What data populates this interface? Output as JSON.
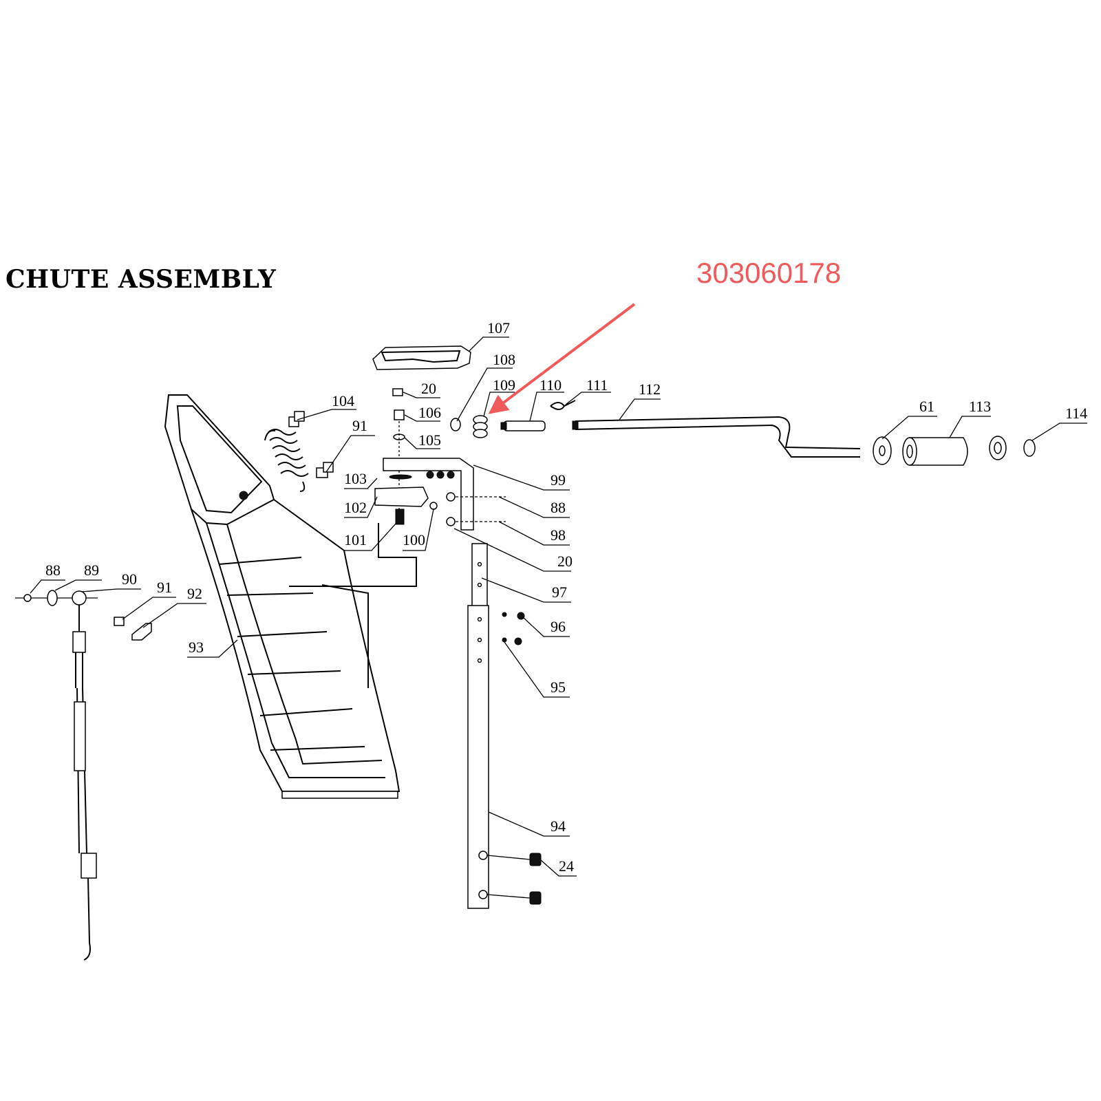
{
  "title": "CHUTE ASSEMBLY",
  "highlight": {
    "part_number": "303060178",
    "color": "#f05a5a"
  },
  "callouts": {
    "c107": "107",
    "c108": "108",
    "c109": "109",
    "c110": "110",
    "c111": "111",
    "c112": "112",
    "c61": "61",
    "c113": "113",
    "c114": "114",
    "c20a": "20",
    "c106": "106",
    "c105": "105",
    "c104": "104",
    "c91a": "91",
    "c103": "103",
    "c102": "102",
    "c101": "101",
    "c100": "100",
    "c99": "99",
    "c88a": "88",
    "c98": "98",
    "c20b": "20",
    "c97": "97",
    "c96": "96",
    "c95": "95",
    "c94": "94",
    "c24": "24",
    "c88b": "88",
    "c89": "89",
    "c90": "90",
    "c91b": "91",
    "c92": "92",
    "c93": "93"
  }
}
